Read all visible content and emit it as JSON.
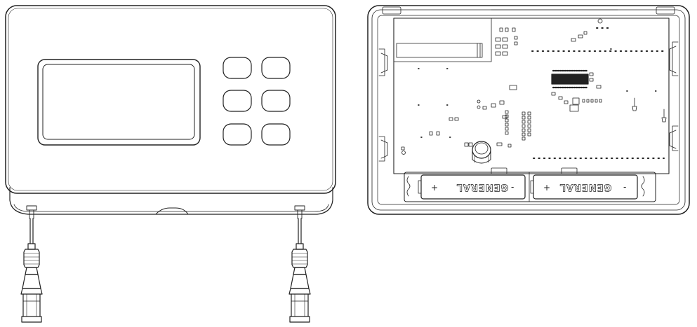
{
  "batteries": [
    {
      "brand": "GENERAL",
      "plus": "+",
      "minus": "-"
    },
    {
      "brand": "GENERAL",
      "plus": "+",
      "minus": "-"
    }
  ],
  "keypad": {
    "rows": 3,
    "cols": 2
  },
  "colors": {
    "stroke": "#222222",
    "background": "#ffffff",
    "pcb": "#ffffff"
  },
  "icons": [
    "sensor-cable-connector",
    "electrolytic-capacitor",
    "ic-chip",
    "aa-battery"
  ]
}
